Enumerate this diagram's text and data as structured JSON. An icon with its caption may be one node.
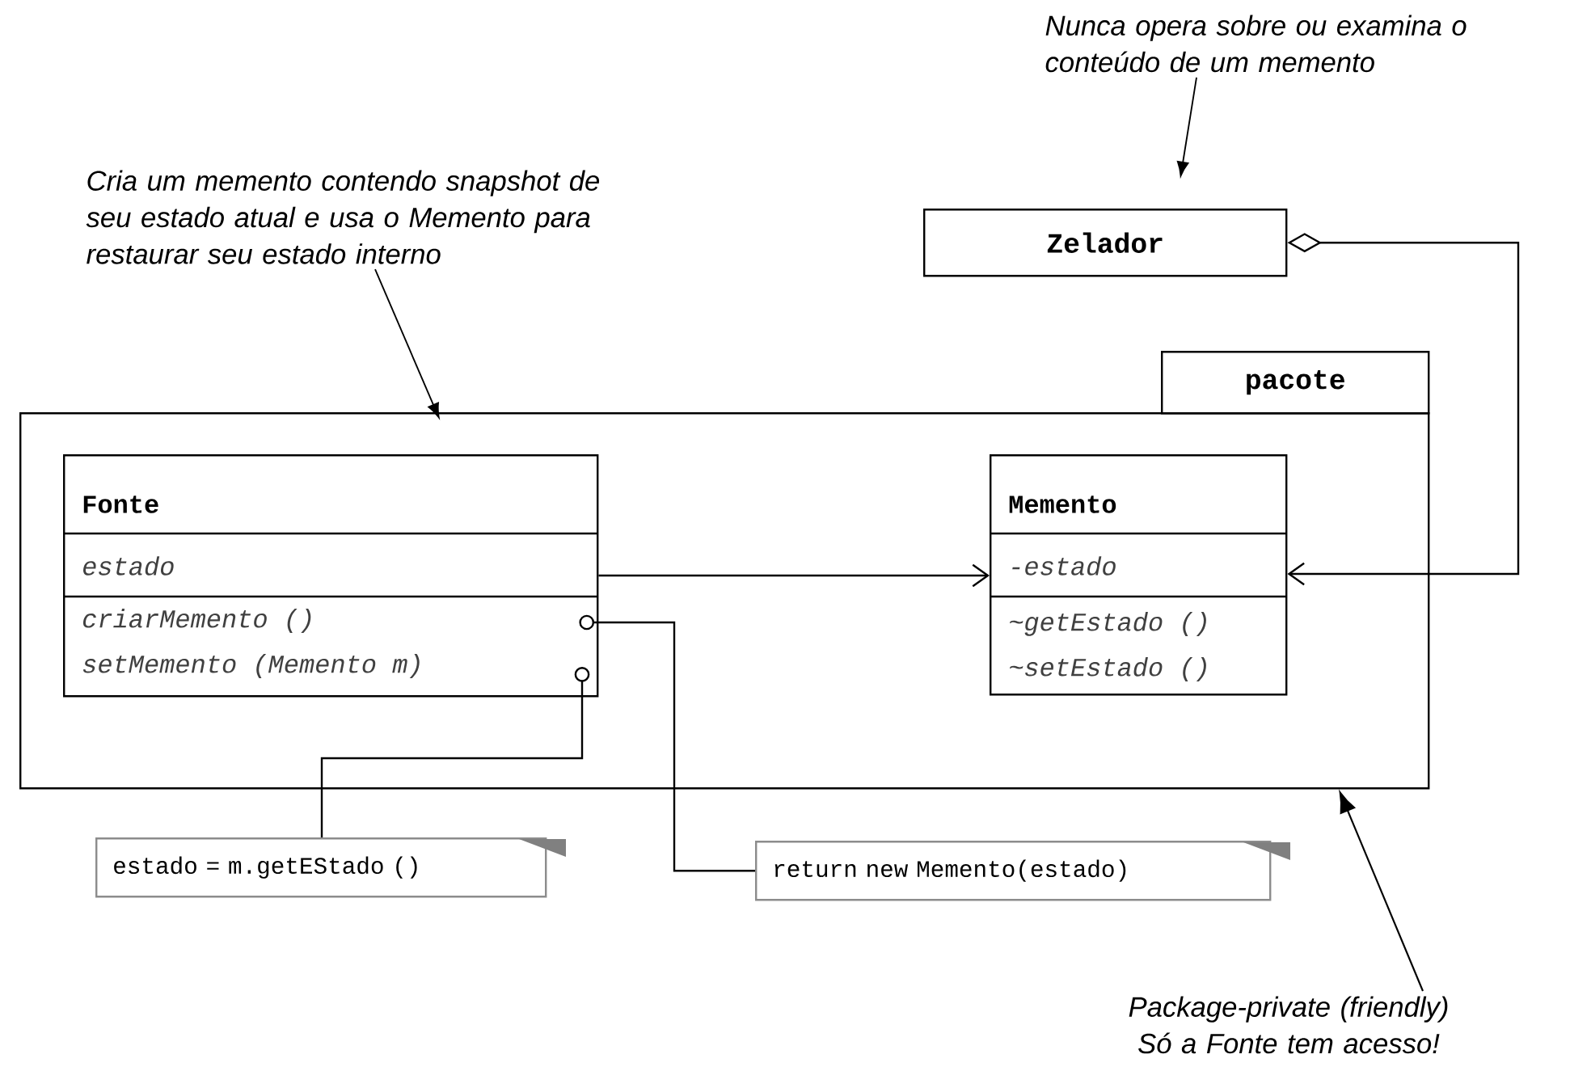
{
  "diagram": {
    "nodes": [
      {
        "text": [
          "pacote"
        ]
      },
      {
        "text": [
          "Fonte",
          "estado",
          "criarMemento ()",
          "setMemento (Memento m)"
        ],
        "in": 0
      },
      {
        "text": [
          "Memento",
          "-estado",
          "~getEstado ()",
          "~setEstado ()"
        ],
        "in": 0
      },
      {
        "text": [
          "Zelador"
        ]
      },
      {
        "text": [
          "estado = m.getEStado ()"
        ]
      },
      {
        "text": [
          "return new Memento(estado)"
        ]
      },
      {
        "text": [
          "Nunca opera sobre ou examina o conteúdo de um memento"
        ]
      },
      {
        "text": [
          "Cria um memento contendo snapshot de seu estado atual e usa o Memento para restaurar seu estado interno"
        ]
      },
      {
        "text": [
          "Package-private (friendly) Só a Fonte tem acesso!"
        ]
      }
    ],
    "edges": [
      {
        "from": 1,
        "to": 2,
        "arrow": "to"
      },
      {
        "from": 3,
        "to": 2,
        "arrow": "to"
      },
      {
        "from": 1,
        "to": 5,
        "arrow": "other"
      },
      {
        "from": 1,
        "to": 4,
        "arrow": "other"
      },
      {
        "from": 6,
        "to": 3,
        "arrow": "to"
      },
      {
        "from": 7,
        "to": 0,
        "arrow": "to"
      },
      {
        "from": 8,
        "to": 0,
        "arrow": "to"
      }
    ]
  }
}
